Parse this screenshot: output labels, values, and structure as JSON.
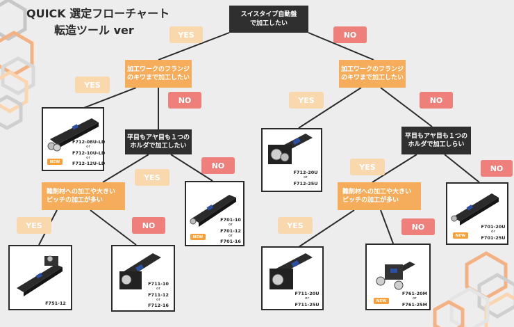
{
  "title": {
    "line1": "QUICK 選定フローチャート",
    "line2": "転造ツール ver"
  },
  "questions": {
    "root": [
      "スイスタイプ自動盤",
      "で加工したい"
    ],
    "left_flange": [
      "加工ワークのフランジ",
      "のキワまで加工したい"
    ],
    "right_flange": [
      "加工ワークのフランジ",
      "のキワまで加工したい"
    ],
    "left_holder": [
      "平目もアヤ目も１つの",
      "ホルダで加工したい"
    ],
    "right_holder": [
      "平目もアヤ目も１つの",
      "ホルダで加工しらい"
    ],
    "left_material": [
      "難削材への加工や大きい",
      "ピッチの加工が多い"
    ],
    "right_material": [
      "難削材への加工や大きい",
      "ピッチの加工が多い"
    ]
  },
  "answers": {
    "yes": "YES",
    "no": "NO"
  },
  "badge_new": "NEW",
  "products": {
    "f712_08u": [
      "F712-08U-LD",
      "or",
      "F712-10U-LD",
      "or",
      "F712-12U-LD"
    ],
    "f701_10": [
      "F701-10",
      "or",
      "F701-12",
      "or",
      "F701-16"
    ],
    "f751": [
      "F751-12"
    ],
    "f711_10": [
      "F711-10",
      "or",
      "F711-12",
      "or",
      "F712-16"
    ],
    "f712_20u": [
      "F712-20U",
      "or",
      "F712-25U"
    ],
    "f701_20u": [
      "F701-20U",
      "or",
      "F701-25U"
    ],
    "f711_20u": [
      "F711-20U",
      "or",
      "F711-25U"
    ],
    "f761_20m": [
      "F761-20M",
      "or",
      "F761-25M"
    ]
  },
  "colors": {
    "dark_box": "#2f2f2f",
    "orange_box": "#f5ad5c",
    "yes_label": "#f9d8ad",
    "no_label": "#ee7f7a",
    "new_badge": "#f5a03a",
    "background": "#ededed"
  }
}
